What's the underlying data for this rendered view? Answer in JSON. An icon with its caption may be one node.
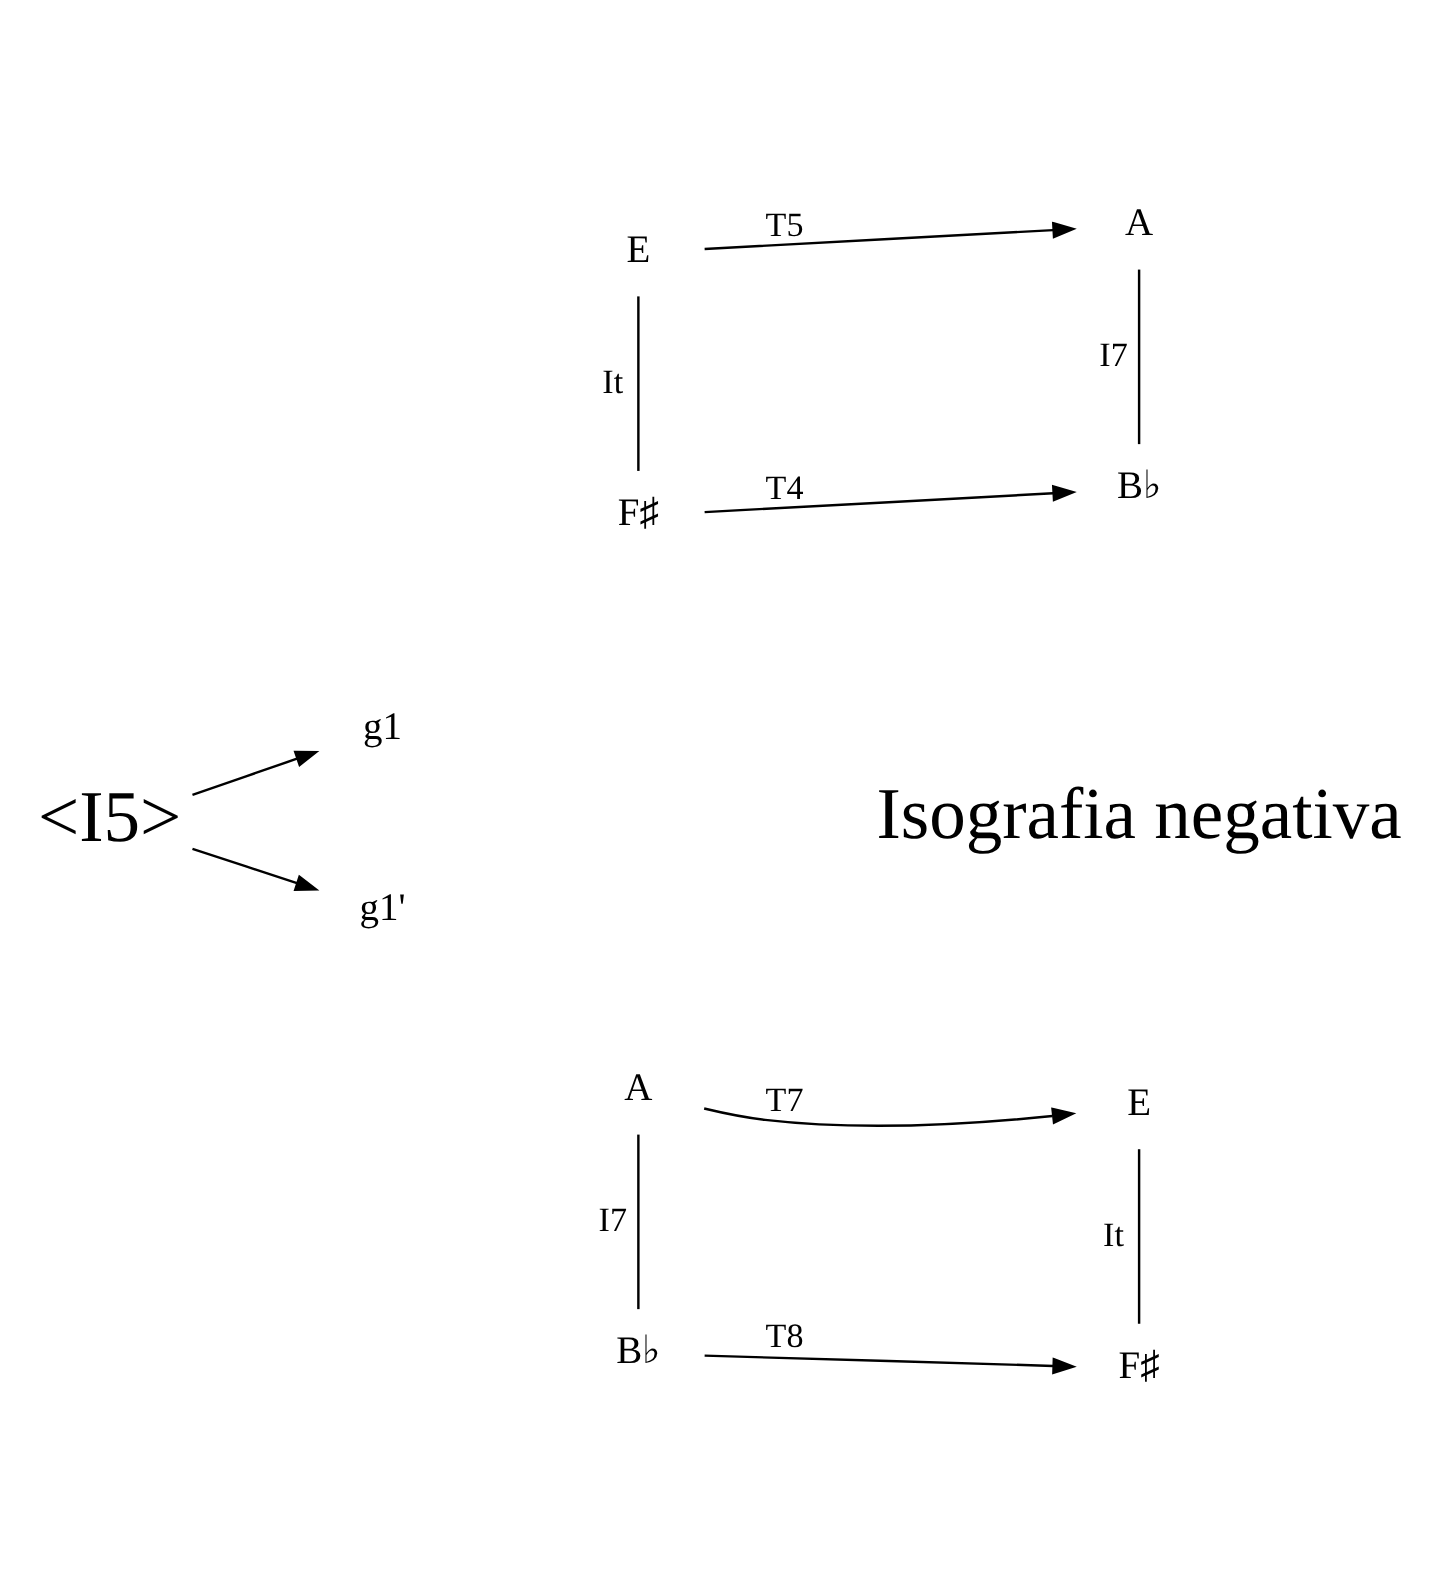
{
  "diagram": {
    "nodes": [
      {
        "text": [
          "<I5>"
        ]
      },
      {
        "text": [
          "g1"
        ]
      },
      {
        "text": [
          "g1'"
        ]
      },
      {
        "text": [
          "E"
        ]
      },
      {
        "text": [
          "A"
        ]
      },
      {
        "text": [
          "F♯"
        ]
      },
      {
        "text": [
          "B♭"
        ]
      },
      {
        "text": [
          "A"
        ]
      },
      {
        "text": [
          "E"
        ]
      },
      {
        "text": [
          "B♭"
        ]
      },
      {
        "text": [
          "F♯"
        ]
      }
    ],
    "edges": [
      {
        "from": 0,
        "to": 1,
        "arrow": "to"
      },
      {
        "from": 0,
        "to": 2,
        "arrow": "to"
      },
      {
        "from": 3,
        "to": 4,
        "arrow": "to",
        "label": "T5"
      },
      {
        "from": 3,
        "to": 5,
        "arrow": "none",
        "label": "It"
      },
      {
        "from": 4,
        "to": 6,
        "arrow": "none",
        "label": "I7"
      },
      {
        "from": 5,
        "to": 6,
        "arrow": "to",
        "label": "T4"
      },
      {
        "from": 7,
        "to": 8,
        "arrow": "to",
        "label": "T7"
      },
      {
        "from": 7,
        "to": 9,
        "arrow": "none",
        "label": "I7"
      },
      {
        "from": 8,
        "to": 10,
        "arrow": "none",
        "label": "It"
      },
      {
        "from": 9,
        "to": 10,
        "arrow": "to",
        "label": "T8"
      }
    ],
    "labels": [
      "Isografia negativa"
    ]
  }
}
